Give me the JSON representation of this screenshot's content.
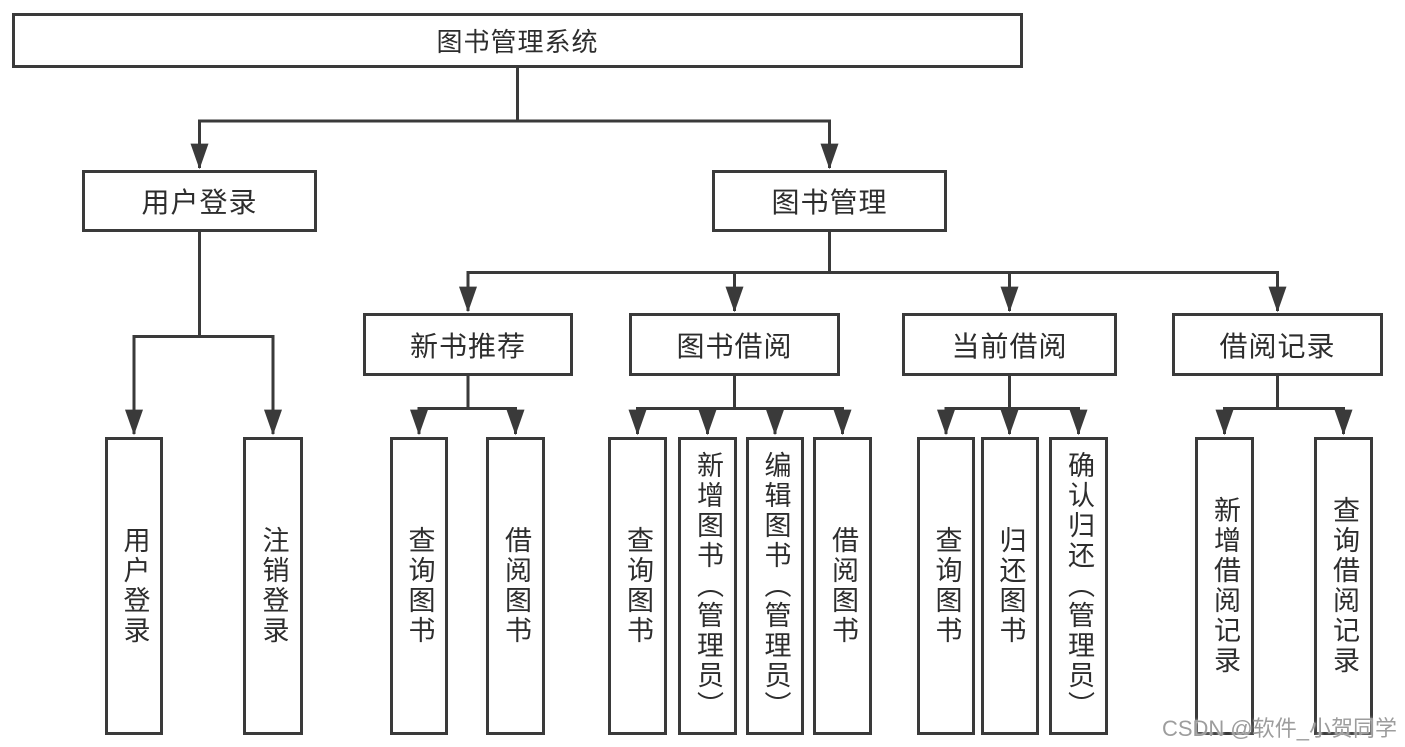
{
  "diagram": {
    "root": {
      "label": "图书管理系统"
    },
    "branches": [
      {
        "label": "用户登录",
        "children": [
          {
            "label": "用户登录"
          },
          {
            "label": "注销登录"
          }
        ]
      },
      {
        "label": "图书管理",
        "children": [
          {
            "label": "新书推荐",
            "children": [
              {
                "label": "查询图书"
              },
              {
                "label": "借阅图书"
              }
            ]
          },
          {
            "label": "图书借阅",
            "children": [
              {
                "label": "查询图书"
              },
              {
                "label": "新增图书（管理员）"
              },
              {
                "label": "编辑图书（管理员）"
              },
              {
                "label": "借阅图书"
              }
            ]
          },
          {
            "label": "当前借阅",
            "children": [
              {
                "label": "查询图书"
              },
              {
                "label": "归还图书"
              },
              {
                "label": "确认归还（管理员）"
              }
            ]
          },
          {
            "label": "借阅记录",
            "children": [
              {
                "label": "新增借阅记录"
              },
              {
                "label": "查询借阅记录"
              }
            ]
          }
        ]
      }
    ]
  },
  "watermark": {
    "text": "CSDN @软件_小贺同学"
  },
  "colors": {
    "line": "#3a3a3a",
    "text": "#2d2d2d",
    "box_background": "#ffffff",
    "watermark": "#9d9d9d",
    "background": "#ffffff"
  }
}
